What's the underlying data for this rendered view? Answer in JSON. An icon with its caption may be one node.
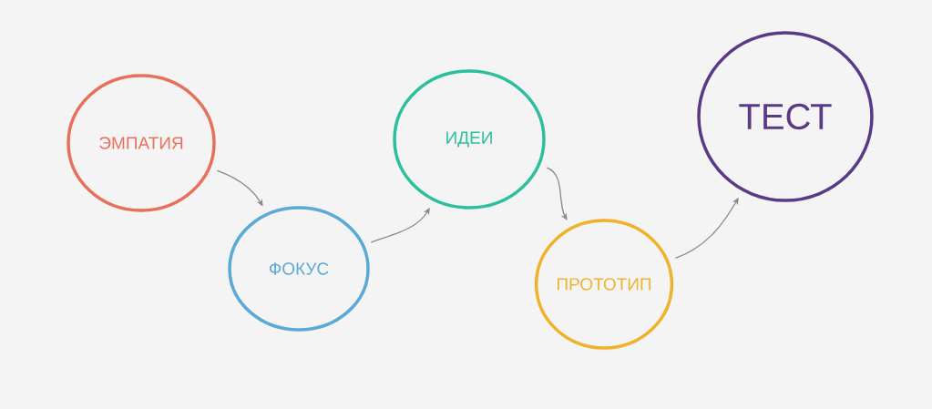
{
  "diagram": {
    "nodes": [
      {
        "text": [
          "ЭМПАТИЯ"
        ]
      },
      {
        "text": [
          "ФОКУС"
        ]
      },
      {
        "text": [
          "ИДЕИ"
        ]
      },
      {
        "text": [
          "ПРОТОТИП"
        ]
      },
      {
        "text": [
          "ТЕСТ"
        ]
      }
    ],
    "edges": [
      {
        "from": 0,
        "to": 1,
        "arrow": "to"
      },
      {
        "from": 1,
        "to": 2,
        "arrow": "to"
      },
      {
        "from": 2,
        "to": 3,
        "arrow": "to"
      },
      {
        "from": 3,
        "to": 4,
        "arrow": "to"
      }
    ]
  }
}
